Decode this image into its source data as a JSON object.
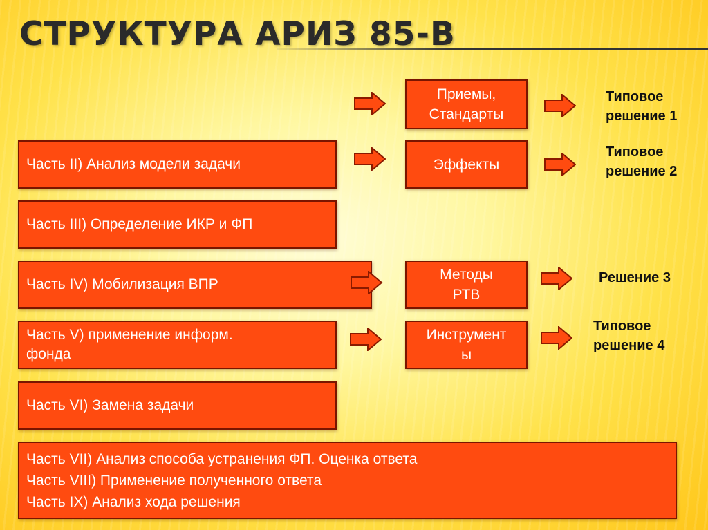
{
  "title": "СТРУКТУРА АРИЗ 85-В",
  "parts": {
    "p2": "Часть II) Анализ модели задачи",
    "p3": "Часть III) Определение ИКР и ФП",
    "p4": "Часть IV) Мобилизация ВПР",
    "p5": "Часть V) применение информ.\nфонда",
    "p6": "Часть VI) Замена задачи",
    "p7": "Часть VII) Анализ способа устранения ФП. Оценка ответа",
    "p8": "Часть VIII) Применение полученного ответа",
    "p9": "Часть IX) Анализ хода решения"
  },
  "tools": {
    "t1": "Приемы,\nСтандарты",
    "t2": "Эффекты",
    "t3": "Методы\nРТВ",
    "t4": "Инструмент\nы"
  },
  "results": {
    "r1": "Типовое\nрешение 1",
    "r2": "Типовое\nрешение 2",
    "r3": "Решение 3",
    "r4": "Типовое\nрешение 4"
  },
  "colors": {
    "box_fill": "#ff4b10",
    "box_border": "#7a1500",
    "text_dark": "#111111"
  },
  "icons": {
    "arrow": "right-arrow-icon"
  }
}
